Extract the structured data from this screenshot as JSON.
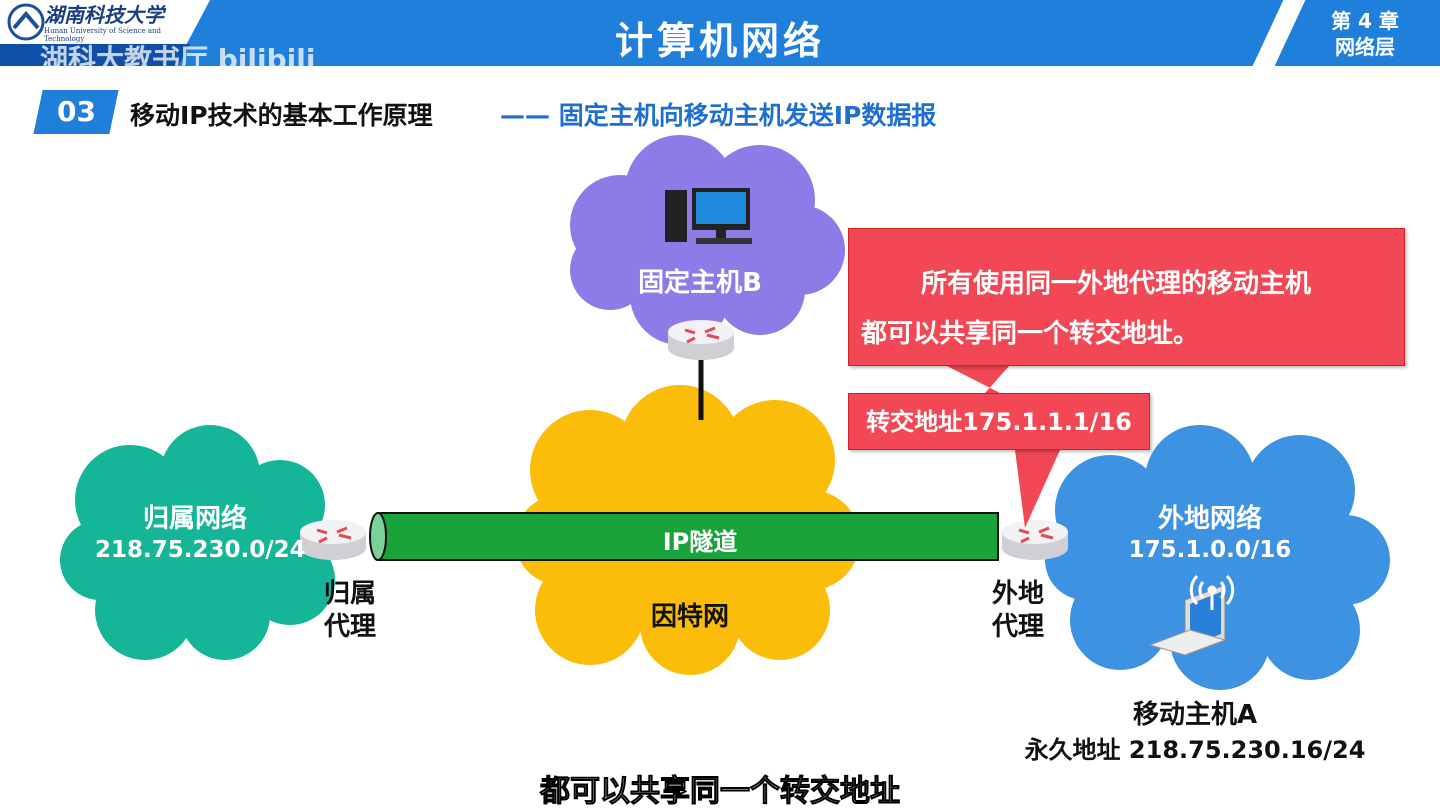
{
  "header": {
    "title": "计算机网络",
    "university_logo_text": "湖南科技大学 Hunan University of Science and Technology",
    "watermark": "湖科大教书厅 bilibili",
    "chapter_line1": "第 4 章",
    "chapter_line2": "网络层"
  },
  "section": {
    "number": "03",
    "title": "移动IP技术的基本工作原理",
    "subtitle": "—— 固定主机向移动主机发送IP数据报"
  },
  "diagram": {
    "fixed_host_label": "固定主机B",
    "internet_label": "因特网",
    "tunnel_label": "IP隧道",
    "home_network": {
      "name": "归属网络",
      "prefix": "218.75.230.0/24"
    },
    "home_agent": {
      "line1": "归属",
      "line2": "代理"
    },
    "foreign_network": {
      "name": "外地网络",
      "prefix": "175.1.0.0/16"
    },
    "foreign_agent": {
      "line1": "外地",
      "line2": "代理"
    },
    "mobile_host": {
      "name": "移动主机A",
      "address": "永久地址 218.75.230.16/24"
    },
    "callout_main": {
      "line1": "所有使用同一外地代理的移动主机",
      "line2": "都可以共享同一个转交地址。"
    },
    "callout_coa": "转交地址175.1.1.1/16"
  },
  "subtitle": "都可以共享同一个转交地址",
  "colors": {
    "header": "#1f7fda",
    "purple_cloud": "#8f7be8",
    "internet_cloud": "#fcbc0a",
    "home_cloud": "#15b597",
    "foreign_cloud": "#3d92e2",
    "tunnel": "#18a43a",
    "callout": "#f24855"
  }
}
